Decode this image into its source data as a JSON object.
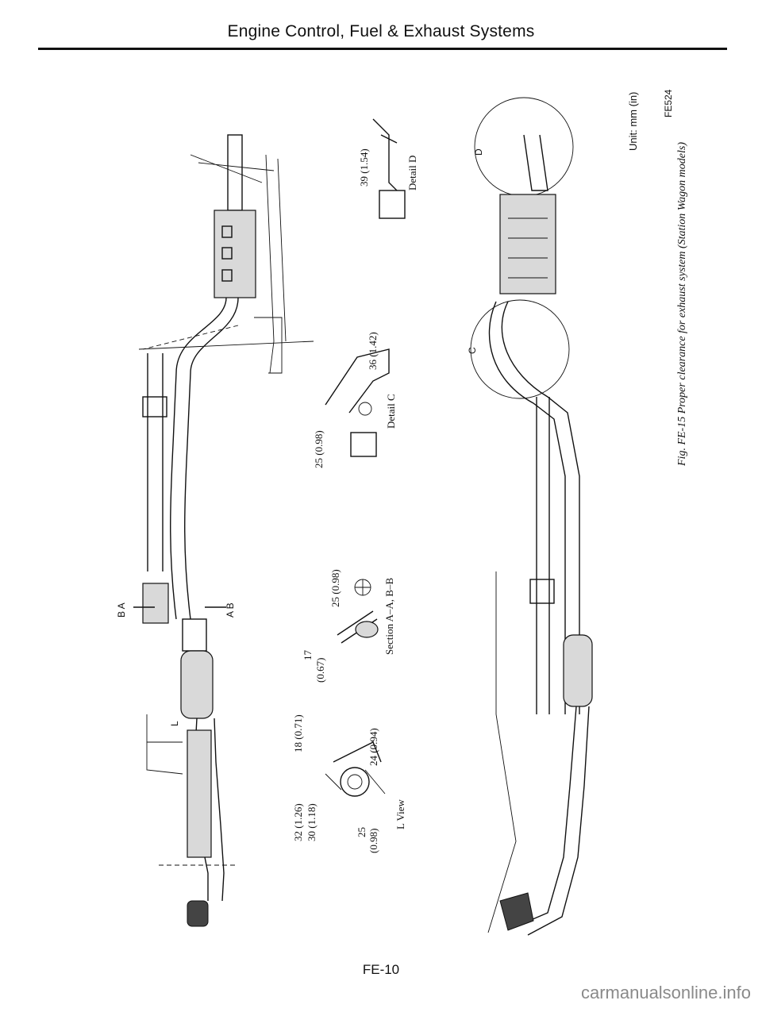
{
  "header": {
    "title": "Engine Control, Fuel & Exhaust Systems"
  },
  "footer": {
    "page_number": "FE-10",
    "watermark": "carmanualsonline.info"
  },
  "figure": {
    "caption": "Fig. FE-15 Proper clearance for exhaust system (Station Wagon models)",
    "code": "FE524",
    "unit": "Unit: mm (in)"
  },
  "markers": {
    "section_left": "B A",
    "section_right": "A B",
    "view_l": "L",
    "detail_c": "C",
    "detail_d": "D"
  },
  "l_view": {
    "title": "L View",
    "dims": [
      "18 (0.71)",
      "32 (1.26)",
      "30 (1.18)",
      "24 (0.94)",
      "25",
      "(0.98)"
    ]
  },
  "section_ab": {
    "title": "Section A–A, B–B",
    "dims": [
      "17",
      "(0.67)",
      "25 (0.98)"
    ]
  },
  "detail_c": {
    "title": "Detail C",
    "dims": [
      "25 (0.98)",
      "36 (1.42)"
    ]
  },
  "detail_d": {
    "title": "Detail D",
    "dims": [
      "39 (1.54)"
    ]
  }
}
